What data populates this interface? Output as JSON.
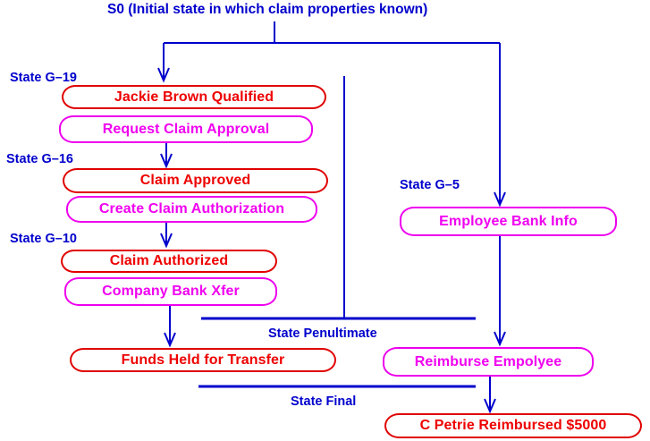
{
  "diagram": {
    "title": "S0 (Initial state in which claim properties known)",
    "title_color": "#0000cc",
    "background": "#ffffff",
    "colors": {
      "state_text": "#0000cc",
      "wire": "#0000cc",
      "node_red": "#ee0000",
      "node_magenta": "#f000f0"
    },
    "state_labels": [
      {
        "id": "g19",
        "text": "State G–19"
      },
      {
        "id": "g16",
        "text": "State G–16"
      },
      {
        "id": "g10",
        "text": "State G–10"
      },
      {
        "id": "g5",
        "text": "State G–5"
      },
      {
        "id": "penultimate",
        "text": "State Penultimate"
      },
      {
        "id": "final",
        "text": "State Final"
      }
    ],
    "nodes": [
      {
        "id": "jackie_brown_qualified",
        "text": "Jackie Brown Qualified",
        "color": "red"
      },
      {
        "id": "request_claim_approval",
        "text": "Request Claim Approval",
        "color": "magenta"
      },
      {
        "id": "claim_approved",
        "text": "Claim Approved",
        "color": "red"
      },
      {
        "id": "create_claim_authorization",
        "text": "Create Claim Authorization",
        "color": "magenta"
      },
      {
        "id": "claim_authorized",
        "text": "Claim Authorized",
        "color": "red"
      },
      {
        "id": "company_bank_xfer",
        "text": "Company Bank Xfer",
        "color": "magenta"
      },
      {
        "id": "funds_held_for_transfer",
        "text": "Funds Held for Transfer",
        "color": "red"
      },
      {
        "id": "employee_bank_info",
        "text": "Employee Bank Info",
        "color": "magenta"
      },
      {
        "id": "reimburse_empolyee",
        "text": "Reimburse Empolyee",
        "color": "magenta"
      },
      {
        "id": "c_petrie_reimbursed",
        "text": "C Petrie Reimbursed $5000",
        "color": "red"
      }
    ]
  }
}
